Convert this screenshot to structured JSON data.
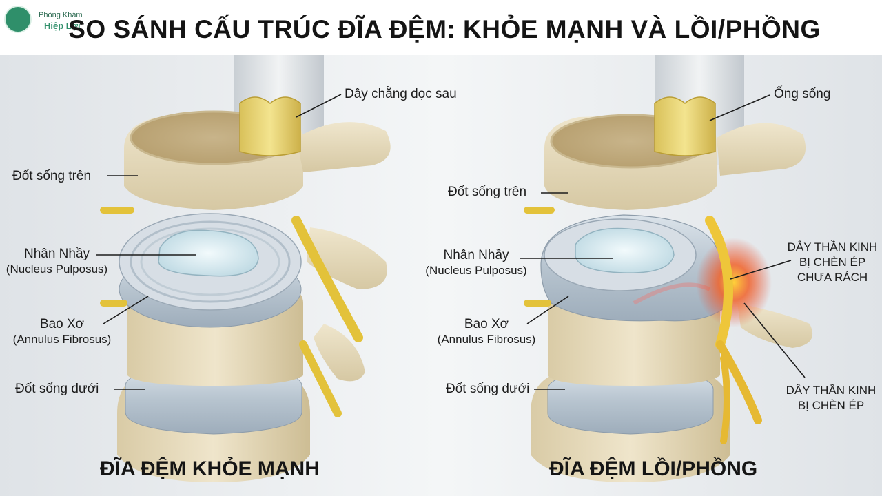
{
  "logo": {
    "line1": "Phòng Khám",
    "line2": "Hiệp Lợi"
  },
  "title": "SO SÁNH CẤU TRÚC ĐĨA ĐỆM: KHỎE MẠNH VÀ LỒI/PHỒNG",
  "left_panel": {
    "caption": "ĐĨA ĐỆM KHỎE MẠNH",
    "labels": {
      "ligament": "Dây chằng dọc sau",
      "upper_vertebra": "Đốt sống trên",
      "nucleus": "Nhân Nhầy",
      "nucleus_latin": "(Nucleus Pulposus)",
      "annulus": "Bao Xơ",
      "annulus_latin": "(Annulus Fibrosus)",
      "lower_vertebra": "Đốt sống dưới"
    }
  },
  "right_panel": {
    "caption": "ĐĨA ĐỆM LỒI/PHỒNG",
    "labels": {
      "canal": "Ống sống",
      "upper_vertebra": "Đốt sống trên",
      "nucleus": "Nhân Nhầy",
      "nucleus_latin": "(Nucleus Pulposus)",
      "annulus": "Bao Xơ",
      "annulus_latin": "(Annulus Fibrosus)",
      "lower_vertebra": "Đốt sống dưới",
      "nerve_untorn_1": "DÂY THẦN KINH",
      "nerve_untorn_2": "BỊ CHÈN ÉP",
      "nerve_untorn_3": "CHƯA RÁCH",
      "nerve_1": "DÂY THẦN KINH",
      "nerve_2": "BỊ CHÈN ÉP"
    }
  },
  "colors": {
    "bone": "#e7dcc0",
    "disc": "#c9d4dc",
    "nucleus": "#dfeef3",
    "nerve": "#e6c33a",
    "inflammation": "#e8452a"
  }
}
